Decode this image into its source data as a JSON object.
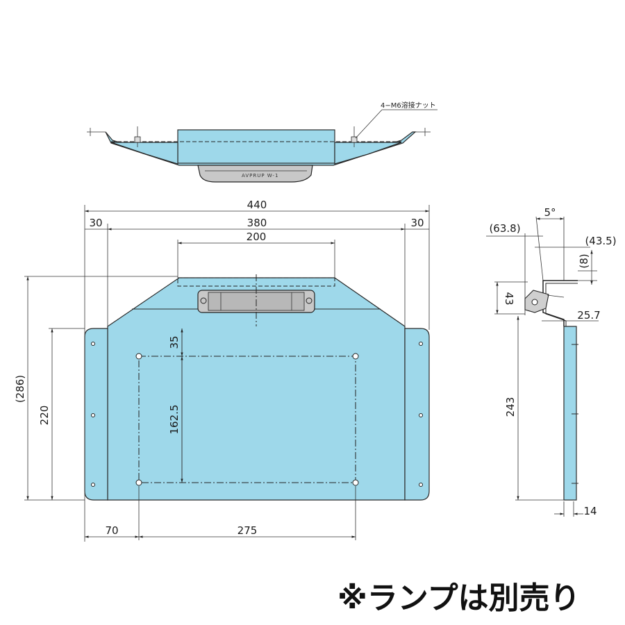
{
  "note": "※ランプは別売り",
  "callout": "4−M6溶接ナット",
  "top_view_label": "AVPRUP W-1",
  "front": {
    "overall_width": "440",
    "inner_width": "380",
    "left_flange": "30",
    "right_flange": "30",
    "top_width": "200",
    "overall_height": "(286)",
    "plate_height": "220",
    "hole_top_offset": "35",
    "hole_pitch_v": "162.5",
    "hole_left_offset": "70",
    "hole_pitch_h": "275"
  },
  "side": {
    "angle": "5°",
    "ref_a": "(63.8)",
    "ref_b": "(43.5)",
    "ref_c": "(8)",
    "dim_43": "43",
    "dim_257": "25.7",
    "height": "243",
    "thickness": "14"
  }
}
